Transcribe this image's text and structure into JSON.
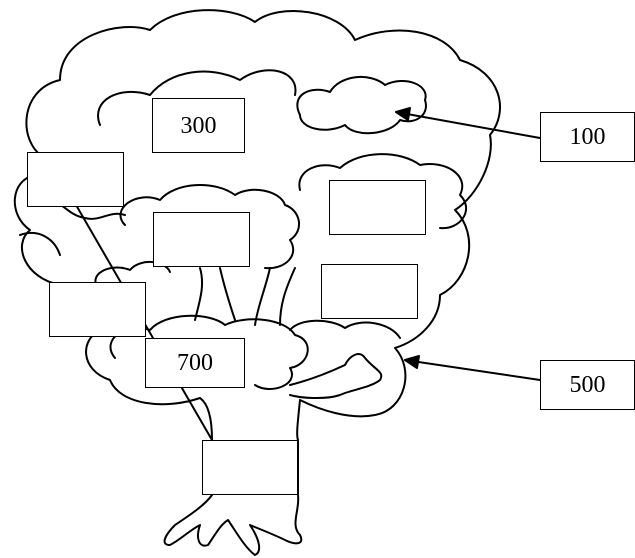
{
  "boxes": {
    "box_300": "300",
    "box_100": "100",
    "box_700": "700",
    "box_500": "500",
    "left_upper": "",
    "center_upper": "",
    "right_upper": "",
    "left_lower": "",
    "right_lower": "",
    "trunk": ""
  },
  "colors": {
    "line": "#000000",
    "background": "#ffffff"
  },
  "icons": [
    "tree-outline-icon",
    "arrow-icon"
  ]
}
